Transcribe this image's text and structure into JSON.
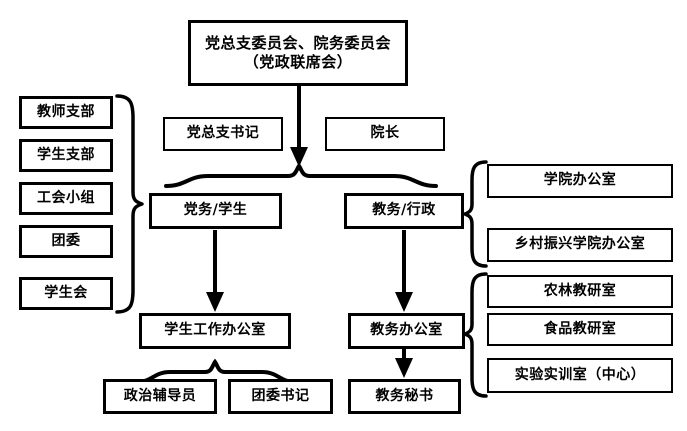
{
  "diagram": {
    "title_box": {
      "line1": "党总支委员会、院务委员会",
      "line2": "（党政联席会）"
    },
    "leaders": [
      {
        "label": "党总支书记"
      },
      {
        "label": "院长"
      }
    ],
    "left_group": {
      "items": [
        {
          "label": "教师支部"
        },
        {
          "label": "学生支部"
        },
        {
          "label": "工会小组"
        },
        {
          "label": "团委"
        },
        {
          "label": "学生会"
        }
      ]
    },
    "divisions": [
      {
        "label": "党务/学生"
      },
      {
        "label": "教务/行政"
      }
    ],
    "right_group_upper": {
      "items": [
        {
          "label": "学院办公室"
        },
        {
          "label": "乡村振兴学院办公室"
        }
      ]
    },
    "right_group_lower": {
      "items": [
        {
          "label": "农林教研室"
        },
        {
          "label": "食品教研室"
        },
        {
          "label": "实验实训室（中心）"
        }
      ]
    },
    "offices": [
      {
        "label": "学生工作办公室"
      },
      {
        "label": "教务办公室"
      }
    ],
    "bottom": [
      {
        "label": "政治辅导员"
      },
      {
        "label": "团委书记"
      },
      {
        "label": "教务秘书"
      }
    ],
    "colors": {
      "line": "#000000",
      "box_border": "#000000",
      "background": "#ffffff",
      "text": "#000000"
    }
  }
}
